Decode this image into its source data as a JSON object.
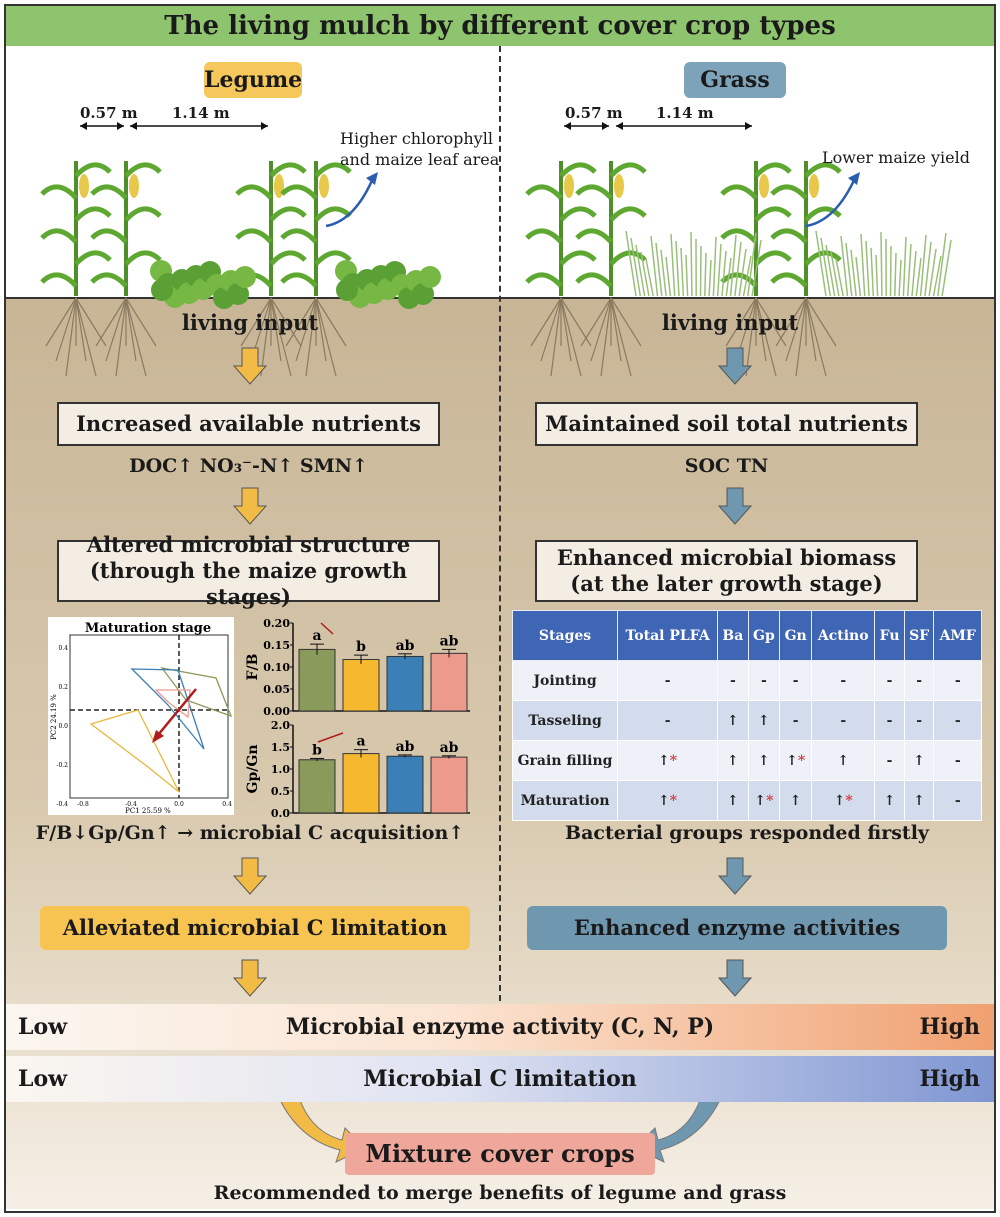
{
  "title": "The living mulch by different cover crop types",
  "legume": {
    "label": "Legume",
    "dist1": "0.57 m",
    "dist2": "1.14 m",
    "effect": "Higher chlorophyll and maize leaf area",
    "effect_line1": "Higher chlorophyll",
    "effect_line2": "and maize leaf area",
    "input": "living input",
    "box1": "Increased available nutrients",
    "indicators": "DOC↑ NO₃⁻-N↑ SMN↑",
    "box2_line1": "Altered microbial structure",
    "box2_line2": "(through the maize growth stages)",
    "conclusion": "F/B↓Gp/Gn↑ → microbial C acquisition↑",
    "box3": "Alleviated microbial C limitation"
  },
  "grass": {
    "label": "Grass",
    "dist1": "0.57 m",
    "dist2": "1.14 m",
    "effect": "Lower maize yield",
    "input": "living input",
    "box1": "Maintained soil total nutrients",
    "indicators": "SOC TN",
    "box2_line1": "Enhanced microbial biomass",
    "box2_line2": "(at the later growth stage)",
    "conclusion": "Bacterial groups responded firstly",
    "box3": "Enhanced enzyme activities"
  },
  "pca": {
    "title": "Maturation stage",
    "xlabel": "PC1 25.59 %",
    "ylabel": "PC2 24.19 %",
    "xticks": [
      "-0.8",
      "-0.4",
      "0.0",
      "0.4"
    ],
    "yticks": [
      "0.4",
      "0.2",
      "0.0",
      "-0.2",
      "-0.4"
    ]
  },
  "colors": {
    "green": "#8a9a5b",
    "yellow": "#f5b82e",
    "blue": "#3a7fb5",
    "pink": "#eb9a8c"
  },
  "chart_data": [
    {
      "type": "bar",
      "ylabel": "F/B",
      "ylim": [
        0,
        0.2
      ],
      "yticks": [
        "0.20",
        "0.15",
        "0.10",
        "0.05",
        "0.00"
      ],
      "values": [
        0.14,
        0.117,
        0.124,
        0.131
      ],
      "errors": [
        0.012,
        0.01,
        0.006,
        0.009
      ],
      "letters": [
        "a",
        "b",
        "ab",
        "ab"
      ]
    },
    {
      "type": "bar",
      "ylabel": "Gp/Gn",
      "ylim": [
        0,
        2.0
      ],
      "yticks": [
        "2.0",
        "1.5",
        "1.0",
        "0.5",
        "0.0"
      ],
      "values": [
        1.21,
        1.35,
        1.29,
        1.27
      ],
      "errors": [
        0.03,
        0.09,
        0.03,
        0.03
      ],
      "letters": [
        "b",
        "a",
        "ab",
        "ab"
      ]
    }
  ],
  "table": {
    "headers": [
      "Stages",
      "Total PLFA",
      "Ba",
      "Gp",
      "Gn",
      "Actino",
      "Fu",
      "SF",
      "AMF"
    ],
    "rows": [
      [
        "Jointing",
        "-",
        "-",
        "-",
        "-",
        "-",
        "-",
        "-",
        "-"
      ],
      [
        "Tasseling",
        "-",
        "↑",
        "↑",
        "-",
        "-",
        "-",
        "-",
        "-"
      ],
      [
        "Grain filling",
        "↑*",
        "↑",
        "↑",
        "↑*",
        "↑",
        "-",
        "↑",
        "-"
      ],
      [
        "Maturation",
        "↑*",
        "↑",
        "↑*",
        "↑",
        "↑*",
        "↑",
        "↑",
        "-"
      ]
    ]
  },
  "gradient1": {
    "low": "Low",
    "label": "Microbial enzyme activity (C, N, P)",
    "high": "High"
  },
  "gradient2": {
    "low": "Low",
    "label": "Microbial  C limitation",
    "high": "High"
  },
  "final": {
    "box": "Mixture cover crops",
    "note": "Recommended to merge benefits of legume and grass"
  }
}
